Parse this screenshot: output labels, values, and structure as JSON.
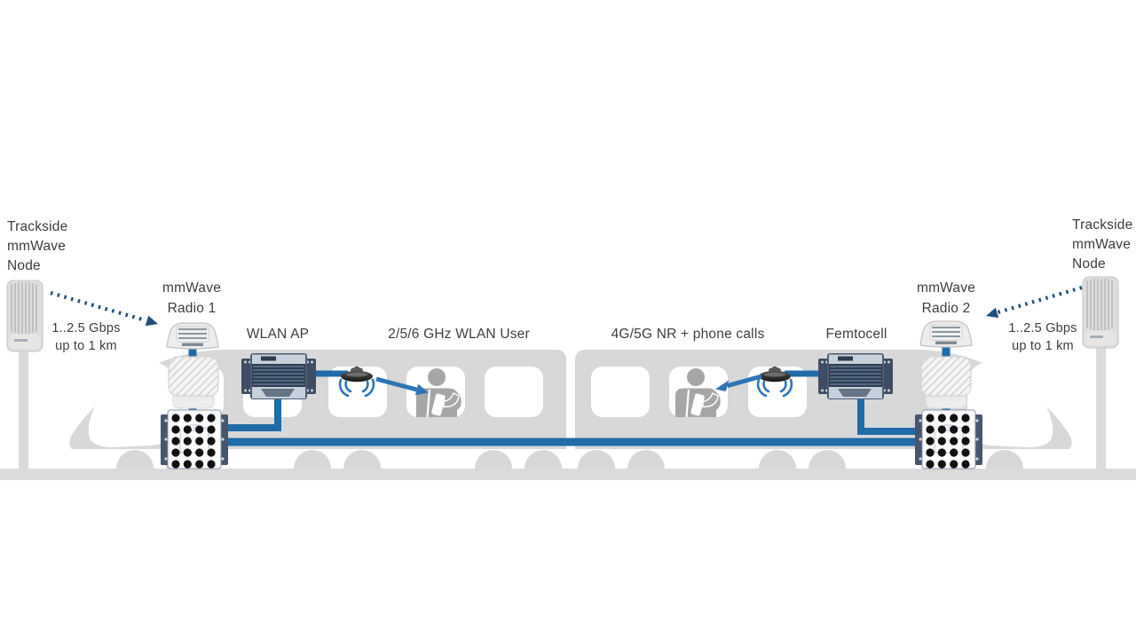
{
  "labels": {
    "trackside_left": {
      "l1": "Trackside",
      "l2": "mmWave",
      "l3": "Node"
    },
    "trackside_right": {
      "l1": "Trackside",
      "l2": "mmWave",
      "l3": "Node"
    },
    "radio1": {
      "l1": "mmWave",
      "l2": "Radio 1"
    },
    "radio2": {
      "l1": "mmWave",
      "l2": "Radio 2"
    },
    "link_left": {
      "l1": "1..2.5 Gbps",
      "l2": "up to 1 km"
    },
    "link_right": {
      "l1": "1..2.5 Gbps",
      "l2": "up to 1 km"
    },
    "wlan_ap": "WLAN AP",
    "wlan_user": "2/5/6 GHz WLAN User",
    "cellular_user": "4G/5G NR + phone calls",
    "femtocell": "Femtocell"
  },
  "colors": {
    "train_gray": "#D8D8D8",
    "track_gray": "#DBDBDB",
    "window_white": "#FFFFFF",
    "line_blue": "#1F6CA8",
    "arrow_blue": "#2E75B6",
    "dotted_arrow_navy": "#1F4E79",
    "person_gray": "#A6A6A6",
    "device_dark": "#3A4A61",
    "device_light": "#C7D1DC",
    "text_gray": "#3D3D3D"
  }
}
